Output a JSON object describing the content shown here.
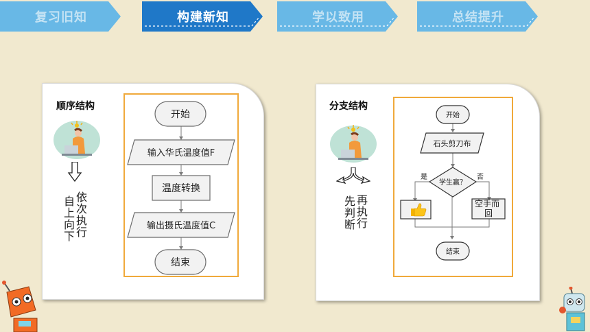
{
  "nav": {
    "tabs": [
      {
        "label": "复习旧知",
        "state": "inactive"
      },
      {
        "label": "构建新知",
        "state": "active"
      },
      {
        "label": "学以致用",
        "state": "inactive"
      },
      {
        "label": "总结提升",
        "state": "inactive"
      }
    ]
  },
  "colors": {
    "background": "#f1e9cf",
    "nav_active": "#1f78c8",
    "nav_inactive": "#68b8e6",
    "nav_active_text": "#ffffff",
    "nav_inactive_text": "#c4e3f4",
    "frame_border": "#f0a93a",
    "flow_line": "#7a7a7a"
  },
  "sequence_panel": {
    "title": "顺序结构",
    "caption_col1": "依次执行",
    "caption_col2": "自上向下",
    "flow": {
      "start": "开始",
      "input": "输入华氏温度值F",
      "process": "温度转换",
      "output": "输出摄氏温度值C",
      "end": "结束"
    }
  },
  "branch_panel": {
    "title": "分支结构",
    "caption_col1": "再执行",
    "caption_col2": "先判断",
    "flow": {
      "start": "开始",
      "input": "石头剪刀布",
      "decision": "学生赢？",
      "yes": "是",
      "no": "否",
      "no_branch": "空手而回",
      "end": "结束"
    },
    "yes_branch_icon": "thumbs-up-icon"
  },
  "icons": {
    "person_laptop": "person-laptop-icon",
    "arrow_down": "double-arrow-down-icon",
    "arrow_fork": "fork-arrow-icon",
    "robot_left": "robot-left-icon",
    "robot_right": "robot-right-icon"
  }
}
